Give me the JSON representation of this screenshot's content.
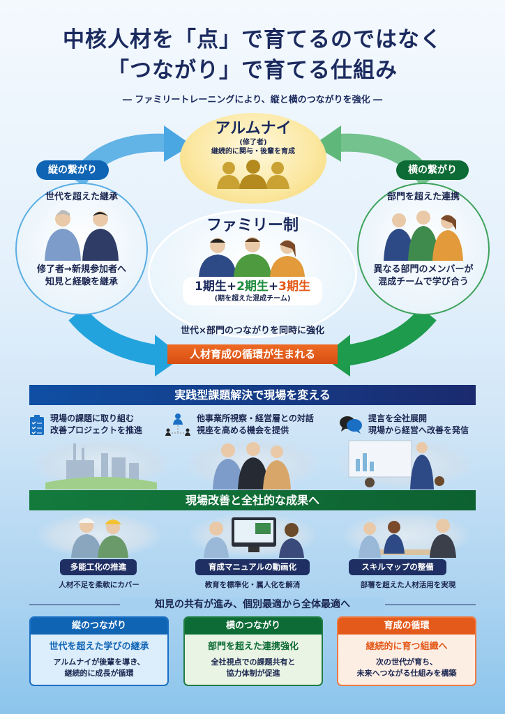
{
  "header": {
    "title_line1": "中核人材を「点」で育てるのではなく",
    "title_line2": "「つながり」で育てる仕組み",
    "subtitle": "― ファミリートレーニングにより、縦と横のつながりを強化 ―"
  },
  "alumni": {
    "title": "アルムナイ",
    "note": "(修了者)",
    "desc": "継続的に関与・後輩を育成"
  },
  "vertical": {
    "badge": "縦の繋がり",
    "heading": "世代を超えた継承",
    "line1": "修了者→新規参加者へ",
    "line2": "知見と経験を継承"
  },
  "horizontal": {
    "badge": "横の繋がり",
    "heading": "部門を超えた連携",
    "line1": "異なる部門のメンバーが",
    "line2": "混成チームで学び合う"
  },
  "family": {
    "title": "ファミリー制",
    "gen1": "1期生",
    "plus": "+",
    "gen2": "2期生",
    "gen3": "3期生",
    "note": "(期を超えた混成チーム)",
    "strengthen": "世代×部門のつながりを同時に強化"
  },
  "cycle_banner": "人材育成の循環が生まれる",
  "section1": {
    "title": "実践型課題解決で現場を変える",
    "items": [
      {
        "icon": "clipboard-checklist-icon",
        "line1": "現場の課題に取り組む",
        "line2": "改善プロジェクトを推進"
      },
      {
        "icon": "org-network-icon",
        "line1": "他事業所視察・経営層との対話",
        "line2": "視座を高める機会を提供"
      },
      {
        "icon": "speech-bubbles-icon",
        "line1": "提言を全社展開",
        "line2": "現場から経営へ改善を発信"
      }
    ]
  },
  "section2": {
    "title": "現場改善と全社的な成果へ",
    "items": [
      {
        "label": "多能工化の推進",
        "caption": "人材不足を柔軟にカバー"
      },
      {
        "label": "育成マニュアルの動画化",
        "caption": "教育を標準化・属人化を解消"
      },
      {
        "label": "スキルマップの整備",
        "caption": "部署を超えた人材活用を実現"
      }
    ]
  },
  "summary": {
    "heading": "知見の共有が進み、個別最適から全体最適へ",
    "boxes": [
      {
        "header": "縦のつながり",
        "title": "世代を超えた学びの継承",
        "line1": "アルムナイが後輩を導き、",
        "line2": "継続的に成長が循環"
      },
      {
        "header": "横のつながり",
        "title": "部門を超えた連携強化",
        "line1": "全社視点での課題共有と",
        "line2": "協力体制が促進"
      },
      {
        "header": "育成の循環",
        "title": "継続的に育つ組織へ",
        "line1": "次の世代が育ち、",
        "line2": "未来へつながる仕組みを構築"
      }
    ]
  },
  "colors": {
    "navy": "#1b2a5e",
    "blue": "#0f64b4",
    "green": "#0d6b35",
    "orange": "#e45a1a",
    "gold": "#f4d46c"
  }
}
